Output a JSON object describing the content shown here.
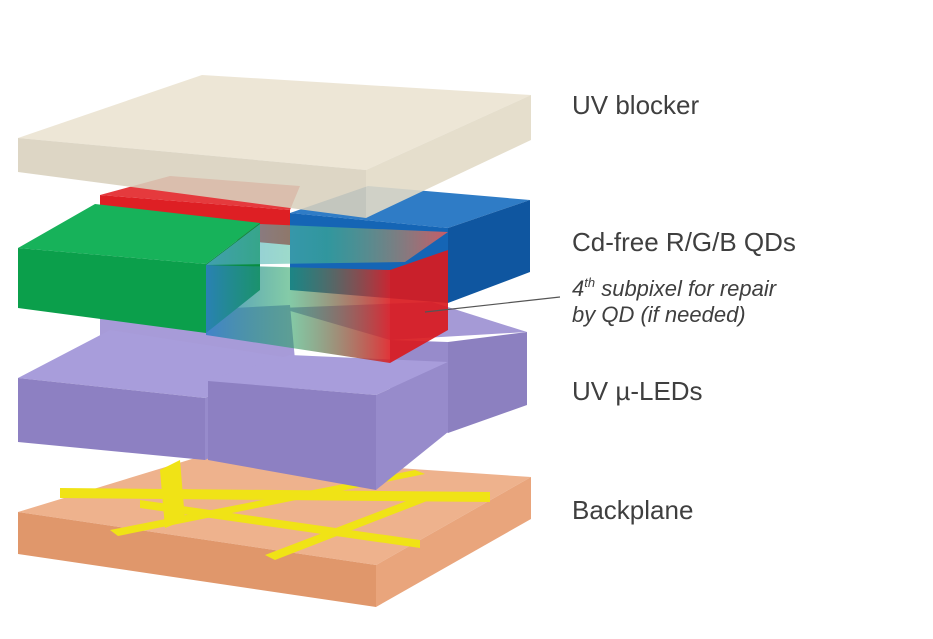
{
  "colors": {
    "backplane": "#e9a57c",
    "traces": "#f0e316",
    "uv_led": "#978bcb",
    "red_qd": "#de1f24",
    "green_qd": "#0b9f4b",
    "blue_qd": "#1565b5",
    "uv_blocker": "#e6ddc9",
    "label_text": "#3f3f3f"
  },
  "labels": {
    "uv_blocker": "UV blocker",
    "qds": "Cd-free R/G/B QDs",
    "repair_sup": "th",
    "repair_line1_rest": " subpixel for repair",
    "repair_num": "4",
    "repair_line2": "by QD (if needed)",
    "uv_leds": "UV µ-LEDs",
    "backplane": "Backplane"
  }
}
